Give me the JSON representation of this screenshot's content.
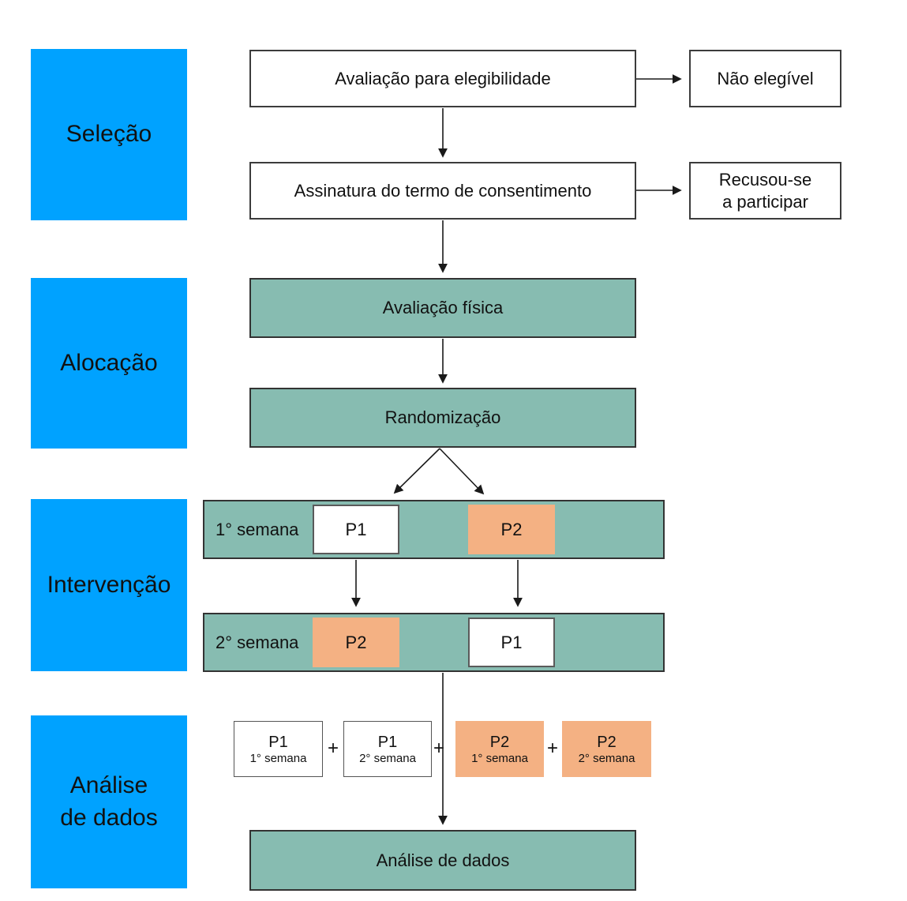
{
  "palette": {
    "blue": "#00A2FF",
    "green": "#87BCB1",
    "orange": "#F4B183",
    "line": "#1a1a1a"
  },
  "stages": [
    {
      "lines": [
        "Seleção"
      ]
    },
    {
      "lines": [
        "Alocação"
      ]
    },
    {
      "lines": [
        "Intervenção"
      ]
    },
    {
      "lines": [
        "Análise",
        "de dados"
      ]
    }
  ],
  "selection": {
    "eligibility": "Avaliação para elegibilidade",
    "not_eligible": "Não elegível",
    "consent": "Assinatura do termo de consentimento",
    "refused_line1": "Recusou-se",
    "refused_line2": "a participar"
  },
  "allocation": {
    "physical_assessment": "Avaliação física",
    "randomization": "Randomização"
  },
  "intervention": {
    "week1": {
      "label": "1° semana",
      "left": "P1",
      "right": "P2"
    },
    "week2": {
      "label": "2° semana",
      "left": "P2",
      "right": "P1"
    }
  },
  "analysis": {
    "plus": "+",
    "terms": [
      {
        "group": "P1",
        "week": "1° semana"
      },
      {
        "group": "P1",
        "week": "2° semana"
      },
      {
        "group": "P2",
        "week": "1° semana"
      },
      {
        "group": "P2",
        "week": "2° semana"
      }
    ],
    "result": "Análise de dados"
  }
}
